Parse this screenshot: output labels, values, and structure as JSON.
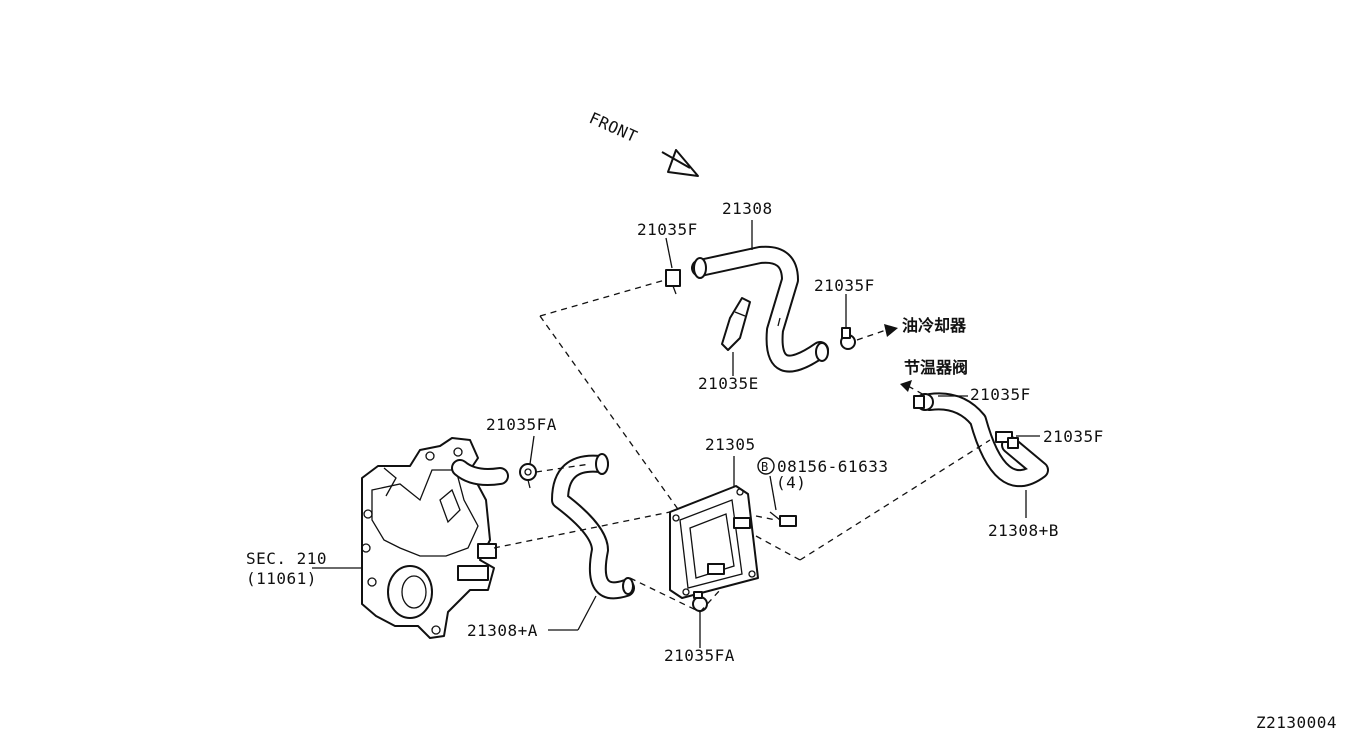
{
  "diagram": {
    "front_label": "FRONT",
    "code": "Z2130004",
    "labels": {
      "hose_top": "21308",
      "clamp_top_left": "21035F",
      "clamp_top_right": "21035F",
      "bracket": "21035E",
      "cn_oil_cooler": "油冷却器",
      "cn_thermostat": "节温器阀",
      "clamp_right_upper": "21035F",
      "clamp_right_lower": "21035F",
      "hose_b": "21308+B",
      "clamp_fa_upper": "21035FA",
      "cooler": "21305",
      "bolt": "08156-61633",
      "bolt_marker": "B",
      "bolt_qty": "(4)",
      "sec_line1": "SEC. 210",
      "sec_line2": "(11061)",
      "hose_a": "21308+A",
      "clamp_fa_lower": "21035FA"
    }
  }
}
